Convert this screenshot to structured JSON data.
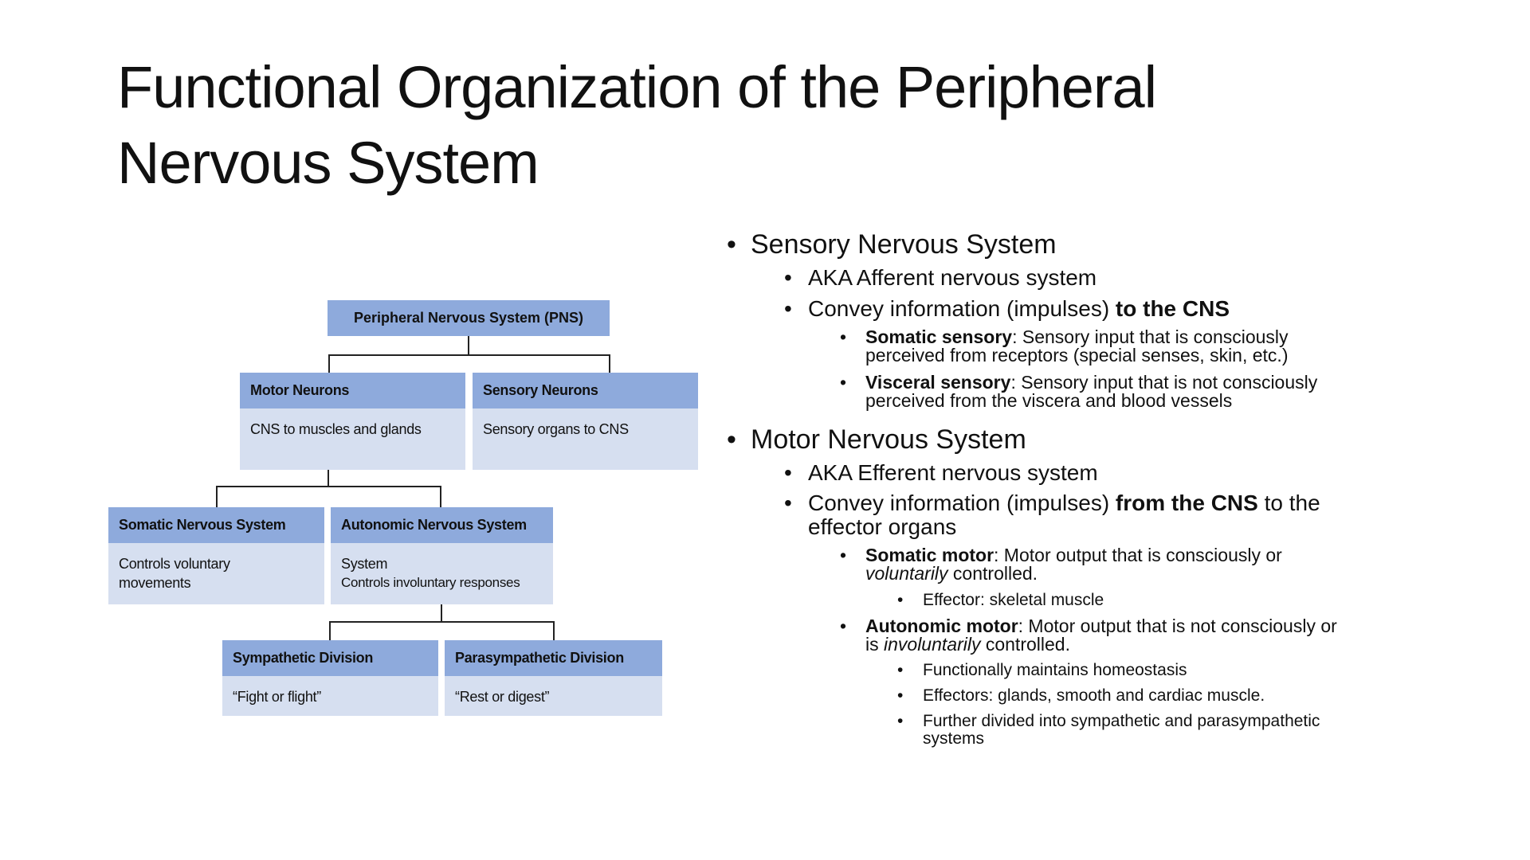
{
  "title": {
    "line1": "Functional Organization of the Peripheral",
    "line2": "Nervous System"
  },
  "diagram": {
    "pns": "Peripheral Nervous System (PNS)",
    "motor": {
      "header": "Motor Neurons",
      "body": "CNS to muscles and glands"
    },
    "sensory": {
      "header": "Sensory Neurons",
      "body": "Sensory organs to CNS"
    },
    "somatic": {
      "header": "Somatic Nervous System",
      "body1": "Controls voluntary",
      "body2": "movements"
    },
    "autonomic": {
      "header": "Autonomic Nervous System",
      "body1": "System",
      "body2": "Controls involuntary responses"
    },
    "sympathetic": {
      "header": "Sympathetic Division",
      "body": "“Fight or flight”"
    },
    "parasympathetic": {
      "header": "Parasympathetic Division",
      "body": "“Rest or digest”"
    },
    "colors": {
      "header": "#8eaadc",
      "body": "#d6dff0"
    }
  },
  "bullets": {
    "bullet": "•",
    "sensory": {
      "title": "Sensory Nervous System",
      "aka": "AKA Afferent nervous system",
      "convey_a": "Convey information (impulses) ",
      "convey_b": "to the CNS",
      "somatic_b": "Somatic sensory",
      "somatic_t1": ": Sensory input that is consciously",
      "somatic_t2": "perceived from receptors (special senses, skin, etc.)",
      "visceral_b": "Visceral sensory",
      "visceral_t1": ": Sensory input that is not consciously",
      "visceral_t2": "perceived from the viscera and blood vessels"
    },
    "motor": {
      "title": "Motor Nervous System",
      "aka": "AKA Efferent nervous system",
      "convey_a": "Convey information (impulses) ",
      "convey_b": "from the CNS",
      "convey_c": " to the",
      "convey_d": "effector organs",
      "somatic_b": "Somatic motor",
      "somatic_t1": ": Motor output that is consciously or",
      "somatic_i": "voluntarily",
      "somatic_t2": " controlled.",
      "somatic_effector": "Effector: skeletal muscle",
      "autonomic_b": "Autonomic motor",
      "autonomic_t1": ": Motor output that is not consciously or",
      "autonomic_t2a": "is ",
      "autonomic_i": "involuntarily",
      "autonomic_t2b": " controlled.",
      "sub1": "Functionally maintains homeostasis",
      "sub2": "Effectors: glands, smooth and cardiac muscle.",
      "sub3a": "Further divided into sympathetic and parasympathetic",
      "sub3b": "systems"
    }
  }
}
